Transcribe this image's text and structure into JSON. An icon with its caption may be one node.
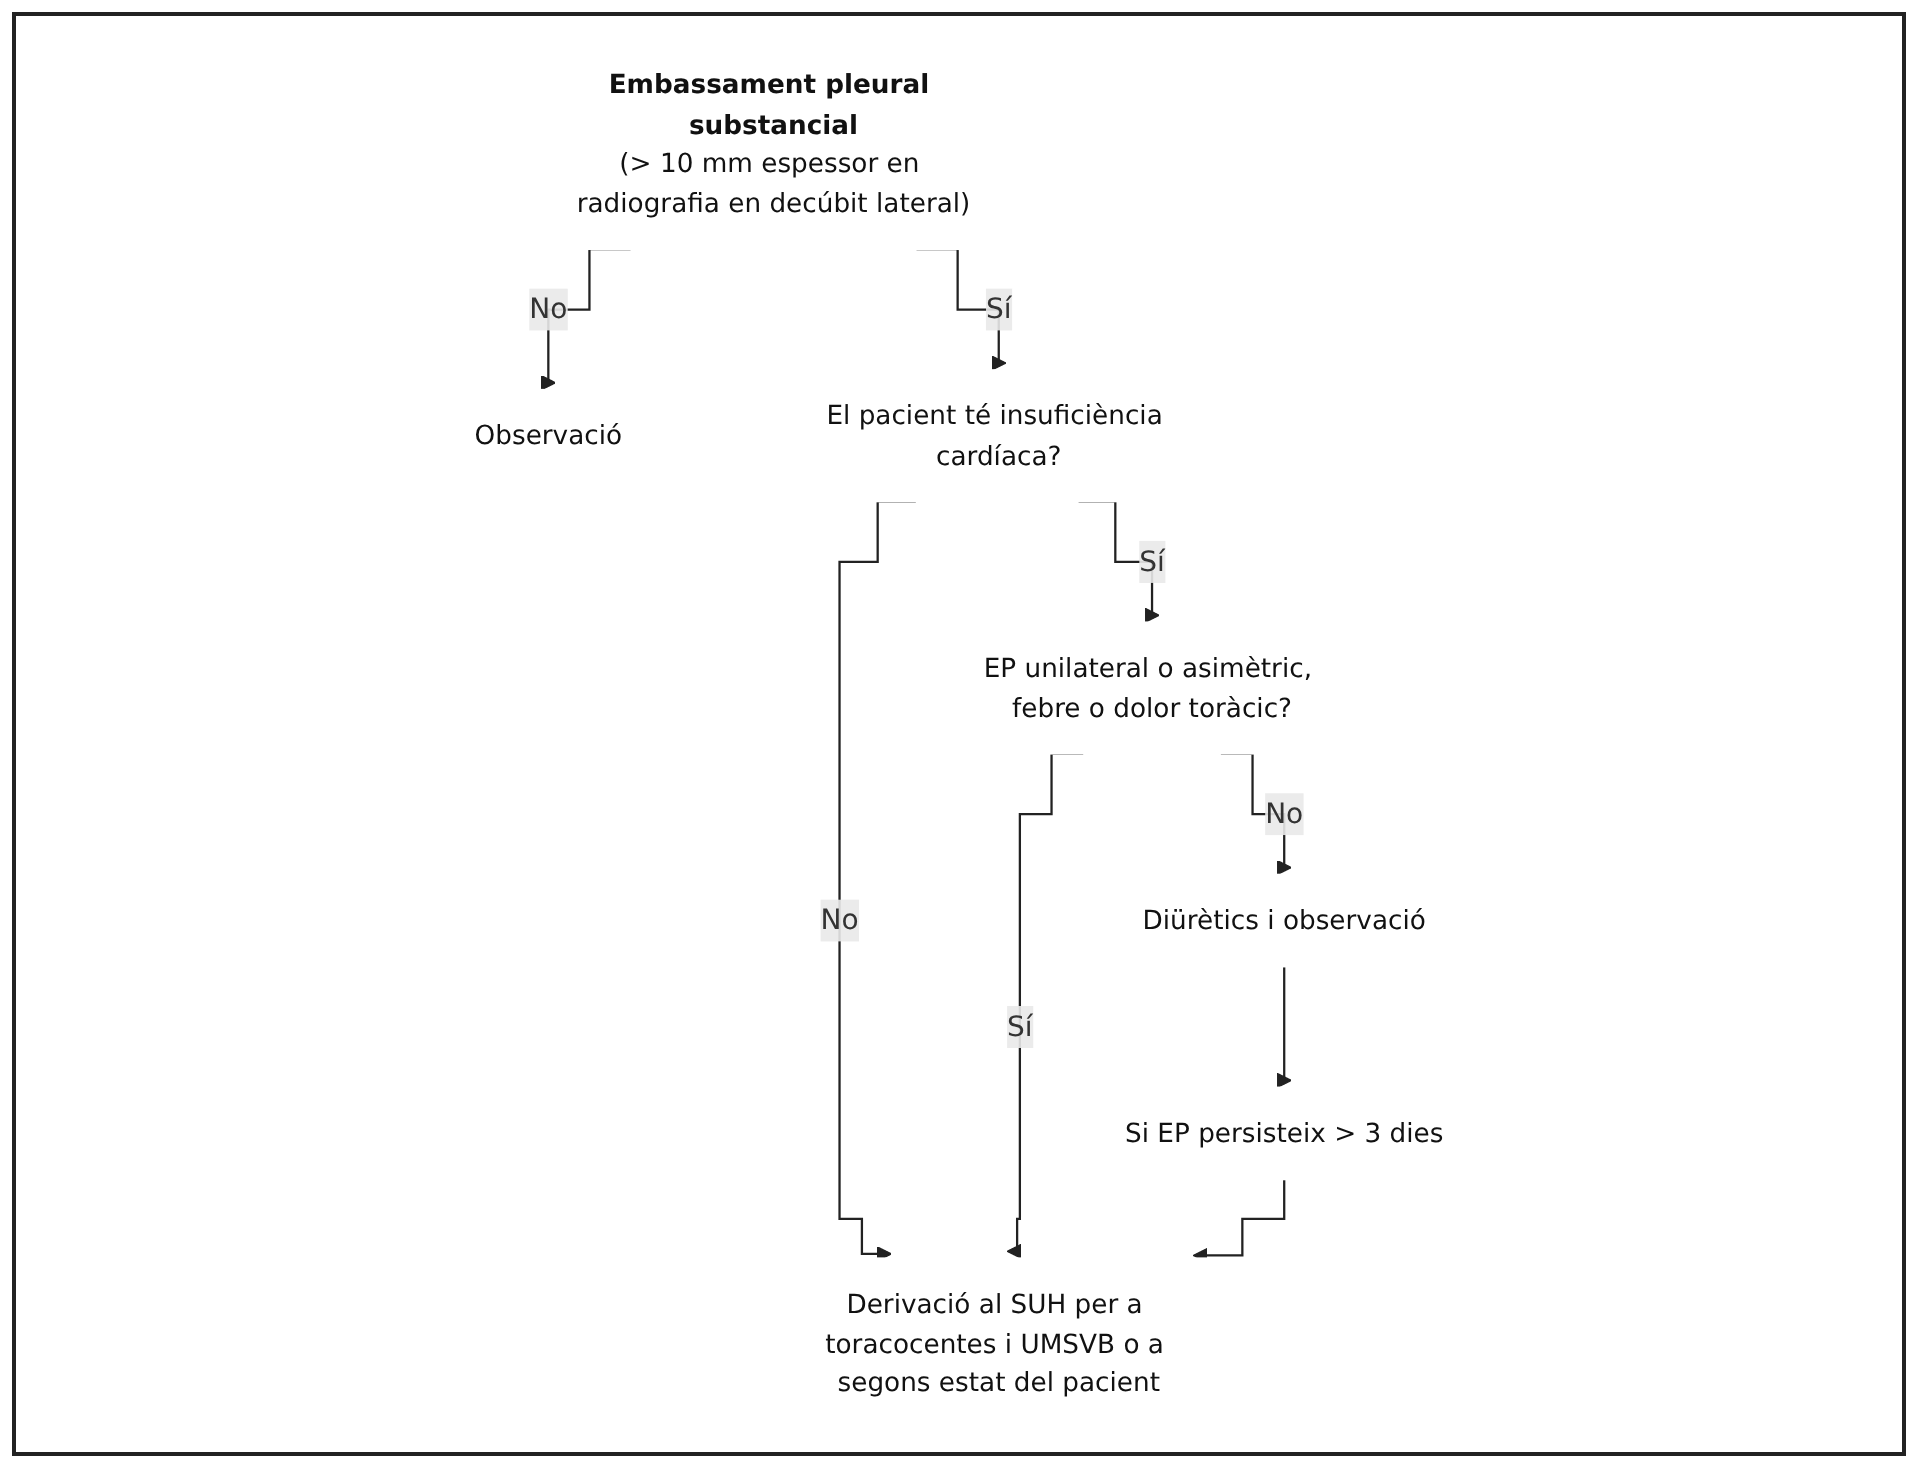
{
  "diagram": {
    "nodes": [
      {
        "text": [
          "Embassament pleural substancial",
          "(> 10 mm espessor en radiografia en decúbit lateral)"
        ]
      },
      {
        "text": [
          "Observació"
        ]
      },
      {
        "text": [
          "El pacient té insuficiència cardíaca?"
        ]
      },
      {
        "text": [
          "EP unilateral o asimètric, febre o dolor toràcic?"
        ]
      },
      {
        "text": [
          "Diürètics i observació"
        ]
      },
      {
        "text": [
          "Si EP persisteix > 3 dies"
        ]
      },
      {
        "text": [
          "Derivació al SUH per a toracocentes i UMSVB o a segons estat del pacient"
        ]
      }
    ],
    "edges": [
      {
        "from": 0,
        "to": 1,
        "label": "No",
        "arrow": "to"
      },
      {
        "from": 0,
        "to": 2,
        "label": "Sí",
        "arrow": "to"
      },
      {
        "from": 2,
        "to": 6,
        "label": "No",
        "arrow": "to"
      },
      {
        "from": 2,
        "to": 3,
        "label": "Sí",
        "arrow": "to"
      },
      {
        "from": 3,
        "to": 6,
        "label": "Sí",
        "arrow": "to"
      },
      {
        "from": 3,
        "to": 4,
        "label": "No",
        "arrow": "to"
      },
      {
        "from": 4,
        "to": 5,
        "arrow": "to"
      },
      {
        "from": 5,
        "to": 6,
        "arrow": "to"
      }
    ]
  }
}
